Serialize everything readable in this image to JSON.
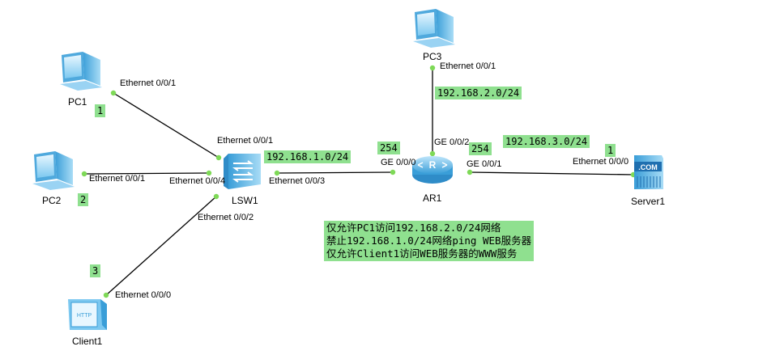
{
  "devices": {
    "pc1": "PC1",
    "pc2": "PC2",
    "pc3": "PC3",
    "lsw1": "LSW1",
    "ar1": "AR1",
    "server1": "Server1",
    "client1": "Client1"
  },
  "ports": {
    "pc1_eth": "Ethernet 0/0/1",
    "lsw1_eth1": "Ethernet 0/0/1",
    "pc2_eth": "Ethernet 0/0/1",
    "lsw1_eth4": "Ethernet 0/0/4",
    "lsw1_eth3": "Ethernet 0/0/3",
    "lsw1_eth2": "Ethernet 0/0/2",
    "client1_eth": "Ethernet 0/0/0",
    "pc3_eth": "Ethernet 0/0/1",
    "ar1_ge0": "GE 0/0/0",
    "ar1_ge1": "GE 0/0/1",
    "ar1_ge2": "GE 0/0/2",
    "server1_eth": "Ethernet 0/0/0"
  },
  "tags": {
    "host_pc1": "1",
    "host_pc2": "2",
    "host_client1": "3",
    "host_server1": "1",
    "net1": "192.168.1.0/24",
    "net2": "192.168.2.0/24",
    "net3": "192.168.3.0/24",
    "ar1_ge0_host": "254",
    "ar1_ge1_host": "254"
  },
  "server_logo": ".COM",
  "client_logo": "HTTP",
  "notes": [
    "仅允许PC1访问192.168.2.0/24网络",
    "禁止192.168.1.0/24网络ping WEB服务器",
    "仅允许Client1访问WEB服务器的WWW服务"
  ],
  "colors": {
    "tag_bg": "#8fe08f",
    "port_dot": "#7ed957",
    "link": "#000000",
    "device_blue": "#5fb8e8"
  }
}
